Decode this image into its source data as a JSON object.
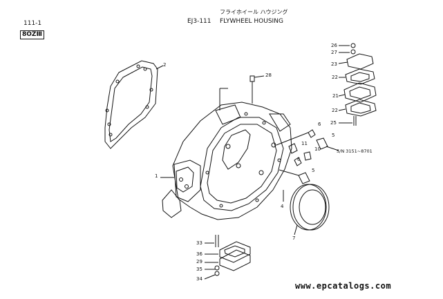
{
  "header": {
    "page_ref": "111-1",
    "drawing_code": "EJ3-111",
    "title_jp": "フライホイール ハウジング",
    "title_en": "FLYWHEEL HOUSING",
    "model": "8OZⅢ"
  },
  "serial_note": "S/N 3151~8701",
  "part_labels": [
    "1",
    "2",
    "4",
    "5",
    "5",
    "6",
    "6",
    "7",
    "10",
    "11",
    "21",
    "22",
    "22",
    "23",
    "25",
    "26",
    "27",
    "28",
    "29",
    "33",
    "34",
    "35",
    "36"
  ],
  "footer": "www.epcatalogs.com"
}
